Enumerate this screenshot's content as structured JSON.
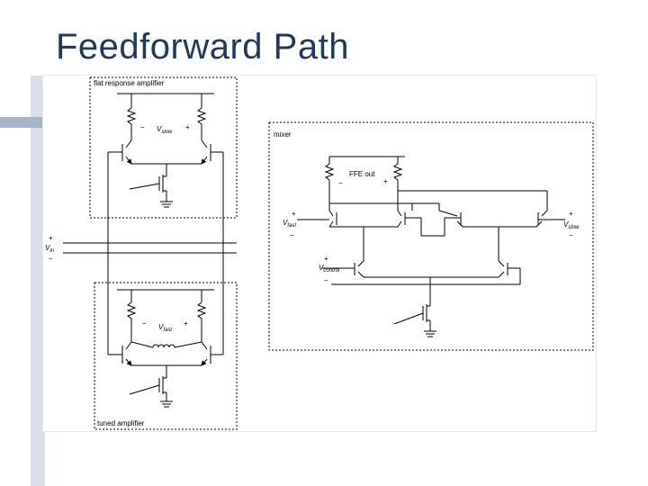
{
  "slide": {
    "title": "Feedforward Path"
  },
  "diagram": {
    "blocks": {
      "flat_amp_label": "flat response amplifier",
      "tuned_amp_label": "tuned amplifier",
      "mixer_label": "mixer"
    },
    "signals": {
      "v_slow": "V",
      "v_slow_sub": "slow",
      "v_fast": "V",
      "v_fast_sub": "fast",
      "v_in": "V",
      "v_in_sub": "in",
      "v_control": "V",
      "v_control_sub": "control",
      "ffe_out": "FFE out",
      "plus": "+",
      "minus": "−"
    }
  }
}
